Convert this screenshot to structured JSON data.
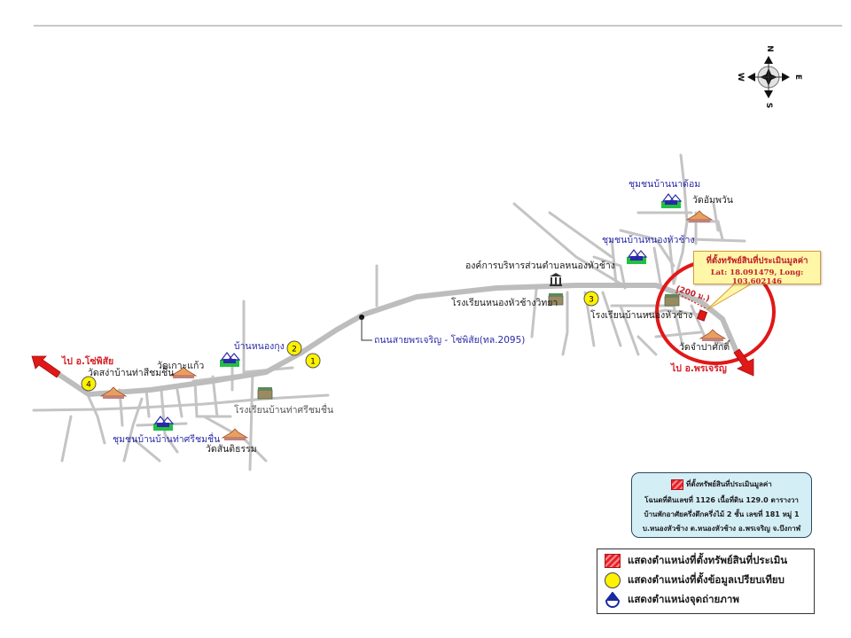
{
  "compass": {
    "north": "N",
    "south": "S",
    "east": "E",
    "west": "W"
  },
  "colors": {
    "road": "#c0c0c0",
    "main_road": "#bdbdbd",
    "highlight_circle": "#e01818",
    "arrow": "#e01818",
    "place_blue": "#2a2aa8",
    "direction_red": "#d81f26",
    "marker_yellow": "#fff200",
    "callout_bg": "#fff7a8",
    "info_bg": "#d4eef6"
  },
  "labels": {
    "community_na_om": "ชุมชนบ้านนาด้อม",
    "wat_am_phawan": "วัดอัมพวัน",
    "community_nong_hua_chang": "ชุมชนบ้านหนองหัวช้าง",
    "sao_office": "องค์การบริหารส่วนตำบลหนองหัวช้าง",
    "school_nong_hua_chang_wittaya": "โรงเรียนหนองหัวช้างวิทยา",
    "school_ban_nong_hua_chang": "โรงเรียนบ้านหนองหัวช้าง",
    "wat_champa_sak": "วัดจำปาศักดิ์",
    "to_phon_charoen": "ไป อ.พรเจริญ",
    "to_so_phisai": "ไป อ.โซ่พิสัย",
    "road_name": "ถนนสายพรเจริญ - โซ่พิสัย(ทล.2095)",
    "ban_nong_kung": "บ้านหนองกุง",
    "wat_sawang": "วัดสง่าบ้านท่าสีชมชื่น",
    "wat_ko_kaeo": "วัดเกาะแก้ว",
    "school_tha_si_chom_chuen": "โรงเรียนบ้านท่าศรีชมชื่น",
    "community_tha_si_chom_chuen": "ชุมชนบ้านบ้านท่าศรีชมชื่น",
    "wat_santi_tham": "วัดสันติธรรม",
    "distance": "(200 ม.)"
  },
  "markers": [
    {
      "id": "1",
      "label": "1"
    },
    {
      "id": "2",
      "label": "2"
    },
    {
      "id": "3",
      "label": "3"
    },
    {
      "id": "4",
      "label": "4"
    }
  ],
  "callout": {
    "title": "ที่ตั้งทรัพย์สินที่ประเมินมูลค่า",
    "coords": "Lat: 18.091479, Long: 103.602146",
    "lat": 18.091479,
    "long": 103.602146
  },
  "info_box": {
    "title": "ที่ตั้งทรัพย์สินที่ประเมินมูลค่า",
    "line1": "โฉนดที่ดินเลขที่ 1126 เนื้อที่ดิน 129.0 ตารางวา",
    "line2": "บ้านพักอาศัยครึ่งตึกครึ่งไม้ 2 ชั้น เลขที่ 181 หมู่ 1",
    "line3": "บ.หนองหัวช้าง ต.หนองหัวช้าง อ.พรเจริญ จ.บึงกาฬ"
  },
  "legend": {
    "items": [
      {
        "icon": "hatched-square-icon",
        "label": "แสดงตำแหน่งที่ตั้งทรัพย์สินที่ประเมิน"
      },
      {
        "icon": "yellow-circle-icon",
        "label": "แสดงตำแหน่งที่ตั้งข้อมูลเปรียบเทียบ"
      },
      {
        "icon": "photo-point-icon",
        "label": "แสดงตำแหน่งจุดถ่ายภาพ"
      }
    ]
  }
}
